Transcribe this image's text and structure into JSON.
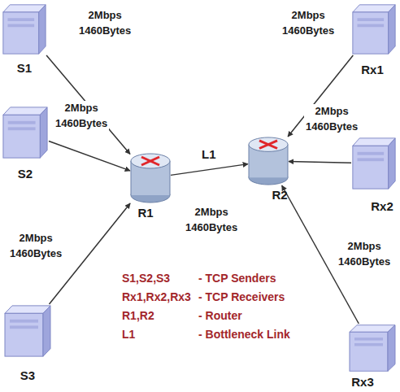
{
  "diagram": {
    "nodes": [
      {
        "text": [
          "S1"
        ]
      },
      {
        "text": [
          "S2"
        ]
      },
      {
        "text": [
          "S3"
        ]
      },
      {
        "text": [
          "R1"
        ]
      },
      {
        "text": [
          "R2"
        ]
      },
      {
        "text": [
          "Rx1"
        ]
      },
      {
        "text": [
          "Rx2"
        ]
      },
      {
        "text": [
          "Rx3"
        ]
      }
    ],
    "edges": [
      {
        "from": 0,
        "to": 3,
        "label": "2Mbps 1460Bytes",
        "arrow": "to"
      },
      {
        "from": 1,
        "to": 3,
        "label": "2Mbps 1460Bytes",
        "arrow": "to"
      },
      {
        "from": 2,
        "to": 3,
        "label": "2Mbps 1460Bytes",
        "arrow": "to"
      },
      {
        "from": 3,
        "to": 4,
        "label": "L1",
        "arrow": "to"
      },
      {
        "from": 5,
        "to": 4,
        "label": "2Mbps 1460Bytes",
        "arrow": "to"
      },
      {
        "from": 6,
        "to": 4,
        "label": "2Mbps 1460Bytes",
        "arrow": "to"
      },
      {
        "from": 7,
        "to": 4,
        "label": "2Mbps 1460Bytes",
        "arrow": "to"
      }
    ],
    "labels": [
      "2Mbps 1460Bytes",
      "S1,S2,S3",
      "- TCP Senders",
      "Rx1,Rx2,Rx3",
      "- TCP Receivers",
      "R1,R2",
      "- Router",
      "L1",
      "- Bottleneck Link"
    ]
  }
}
